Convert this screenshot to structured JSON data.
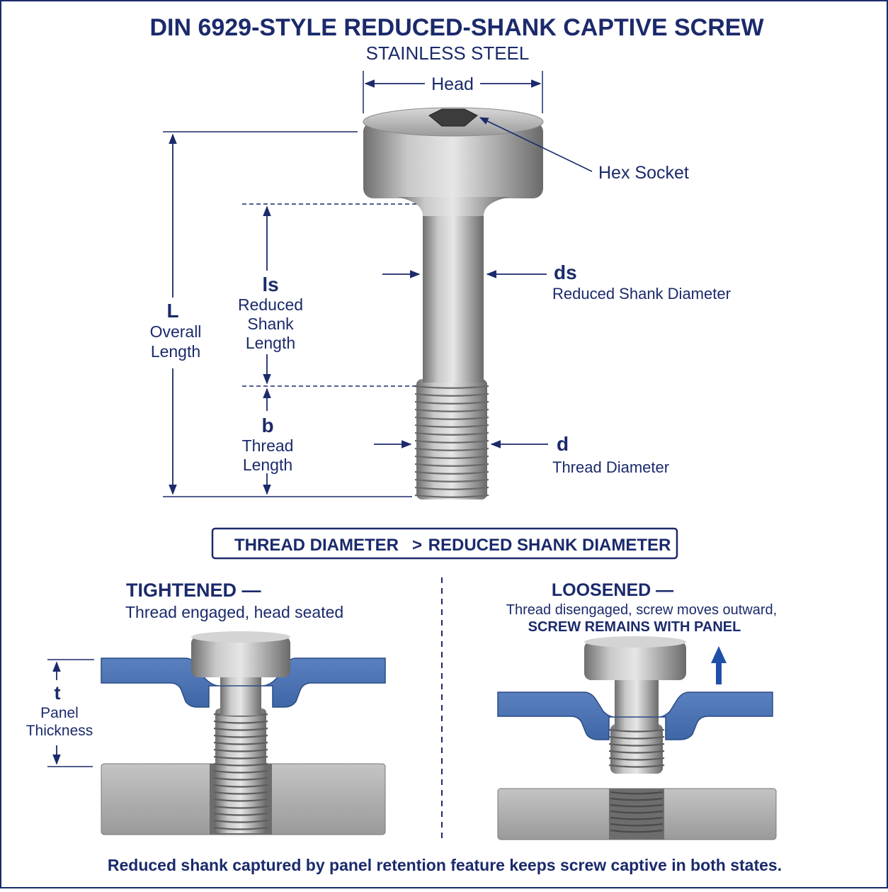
{
  "title": "DIN 6929-STYLE REDUCED-SHANK CAPTIVE SCREW",
  "subtitle": "STAINLESS STEEL",
  "labels": {
    "head": "Head",
    "hex_socket": "Hex Socket",
    "overall_symbol": "L",
    "overall_line1": "Overall",
    "overall_line2": "Length",
    "shank_len_symbol": "ls",
    "shank_len_line1": "Reduced",
    "shank_len_line2": "Shank",
    "shank_len_line3": "Length",
    "thread_len_symbol": "b",
    "thread_len_line1": "Thread",
    "thread_len_line2": "Length",
    "shank_dia_symbol": "ds",
    "shank_dia_text": "Reduced Shank Diameter",
    "thread_dia_symbol": "d",
    "thread_dia_text": "Thread Diameter"
  },
  "comparison": {
    "left": "THREAD DIAMETER",
    "op": ">",
    "right": "REDUCED SHANK DIAMETER"
  },
  "tightened": {
    "heading": "TIGHTENED —",
    "caption": "Thread engaged, head seated",
    "panel_symbol": "t",
    "panel_line1": "Panel",
    "panel_line2": "Thickness"
  },
  "loosened": {
    "heading": "LOOSENED —",
    "caption1": "Thread disengaged, screw moves outward,",
    "caption2": "SCREW REMAINS WITH PANEL"
  },
  "footer": "Reduced shank captured by panel retention feature keeps screw captive in both states.",
  "colors": {
    "navy": "#1b2a6b",
    "panel_blue": "#4a72b0",
    "steel": "#a8a8a8",
    "arrow_blue": "#1f4fa8"
  }
}
